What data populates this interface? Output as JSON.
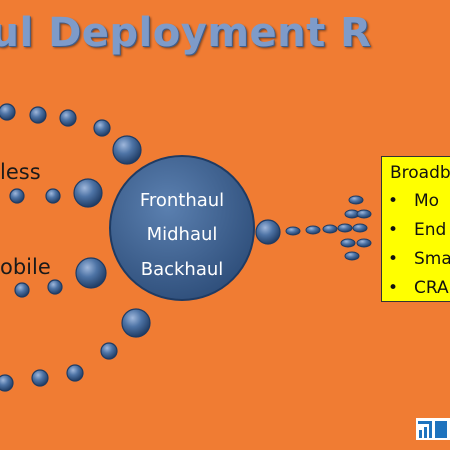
{
  "title": "haul Deployment R",
  "labels": {
    "top": "less",
    "bottom": "obile"
  },
  "hub": {
    "lines": [
      "Fronthaul",
      "Midhaul",
      "Backhaul"
    ]
  },
  "panel": {
    "title": "Broadb",
    "items": [
      "Mo",
      "End",
      "Sma",
      "CRA"
    ],
    "bullet": "•"
  },
  "colors": {
    "background": "#F07C33",
    "bubble": "#3B5F8E",
    "hub": "#3F638F",
    "panel": "#FFFF00",
    "title": "#7E9BC9"
  },
  "icons": {
    "logo": "bar-chart-logo-icon"
  }
}
